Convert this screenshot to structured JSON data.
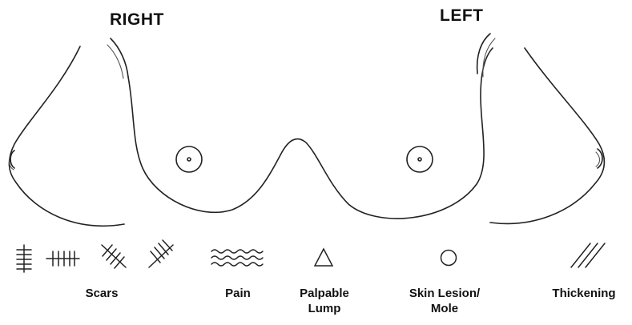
{
  "labels": {
    "right": "RIGHT",
    "left": "LEFT"
  },
  "legend": [
    {
      "id": "scars",
      "label_lines": [
        "Scars"
      ],
      "icons": [
        "scar-vertical-icon",
        "scar-horizontal-icon",
        "scar-diagonal-down-icon",
        "scar-diagonal-up-icon"
      ]
    },
    {
      "id": "pain",
      "label_lines": [
        "Pain"
      ],
      "icons": [
        "pain-waves-icon"
      ]
    },
    {
      "id": "palpable-lump",
      "label_lines": [
        "Palpable",
        "Lump"
      ],
      "icons": [
        "triangle-icon"
      ]
    },
    {
      "id": "skin-lesion",
      "label_lines": [
        "Skin Lesion/",
        "Mole"
      ],
      "icons": [
        "circle-icon"
      ]
    },
    {
      "id": "thickening",
      "label_lines": [
        "Thickening"
      ],
      "icons": [
        "triple-slash-icon"
      ]
    }
  ],
  "colors": {
    "ink": "#222222",
    "background": "#ffffff"
  }
}
